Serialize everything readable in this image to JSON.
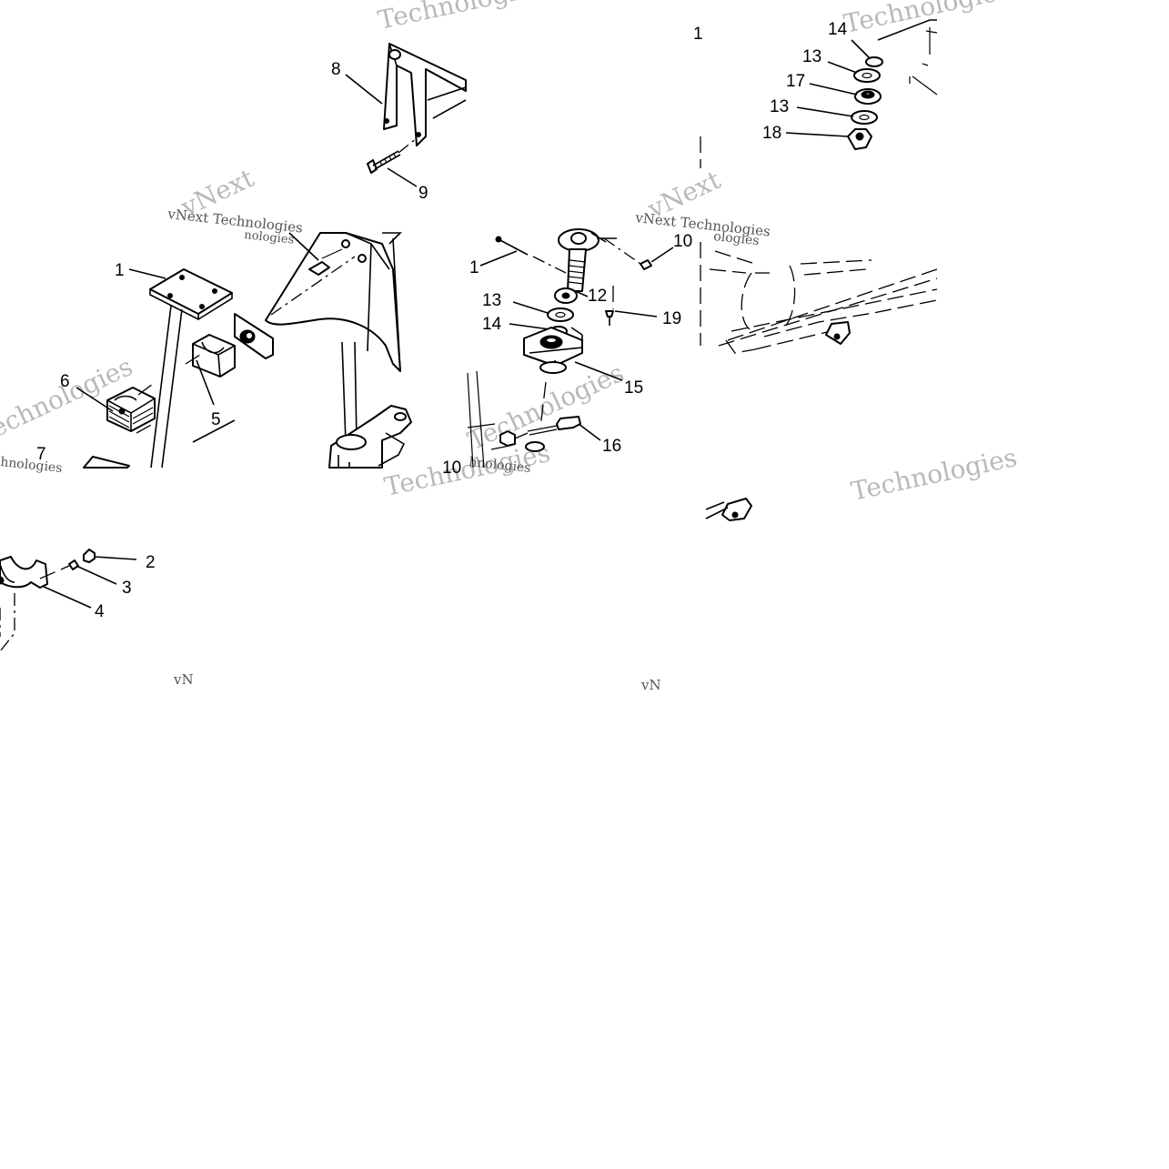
{
  "watermarks": {
    "w1": "Technologies",
    "w2": "vNext Technologies",
    "w3": "vNext Technologies",
    "w4": "vNext",
    "w5": "vNext",
    "w6": "Technologies",
    "w7": "Technologies",
    "w8": "Technologies",
    "w9": "Technologies",
    "w10": "Technologies",
    "w11": "vN",
    "w12": "vN",
    "w13": "nologies",
    "w14": "hnologies",
    "w15": "ologies",
    "w16": "hnologies"
  },
  "callouts": {
    "c8": "8",
    "c9": "9",
    "c1top": "1",
    "c14a": "14",
    "c13a": "13",
    "c17": "17",
    "c13b": "13",
    "c18": "18",
    "c1a": "1",
    "c6": "6",
    "c5": "5",
    "c7": "7",
    "c2": "2",
    "c3": "3",
    "c4": "4",
    "c10": "10",
    "c1b": "1",
    "c12": "12",
    "c13c": "13",
    "c19": "19",
    "c14b": "14",
    "c15": "15",
    "c16": "16",
    "c10b": "10"
  }
}
